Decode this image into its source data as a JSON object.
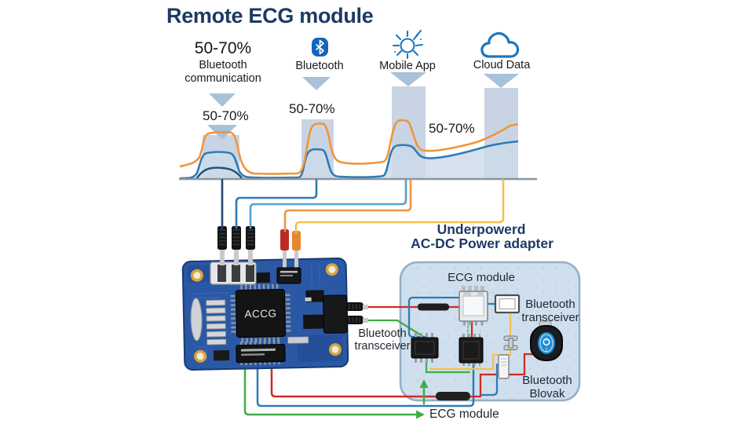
{
  "title": "Remote ECG module",
  "steps": [
    {
      "percent": "50-70%",
      "line1": "Bluetooth",
      "line2": "communication"
    },
    {
      "label": "Bluetooth",
      "icon": "bluetooth-icon"
    },
    {
      "label": "Mobile App",
      "icon": "sun-icon"
    },
    {
      "label": "Cloud Data",
      "icon": "cloud-icon"
    }
  ],
  "chart": {
    "type": "area",
    "annotations": [
      {
        "text": "50-70%"
      },
      {
        "text": "50-70%"
      },
      {
        "text": "50-70%"
      }
    ],
    "series": [
      "orange-signal",
      "blue-signal",
      "dark-blue-signal"
    ],
    "highlight_bands": 4
  },
  "adapter": {
    "line1": "Underpowerd",
    "line2": "AC-DC Power adapter"
  },
  "panel": {
    "title": "ECG module",
    "right_transceiver": {
      "line1": "Bluetooth",
      "line2": "transceiver"
    },
    "blovak": {
      "line1": "Bluetooth",
      "line2": "Blovak"
    },
    "bottom_label": "ECG module"
  },
  "left_transceiver": {
    "line1": "Bluetooth",
    "line2": "transceiver"
  },
  "pcb": {
    "chip_label": "ACCG"
  },
  "colors": {
    "navy": "#1c3a66",
    "orange": "#f0953a",
    "blue": "#2e7cb5",
    "dark_blue": "#20507c",
    "band": "#c2cfe0",
    "area": "#ccd9e8",
    "panel_fill": "#cfdfee",
    "panel_border": "#94aec6",
    "pcb_blue": "#2b58a5",
    "wire_yellow": "#f2c14e",
    "wire_red": "#cf2b24",
    "wire_green": "#3fae46",
    "bluetooth_blue": "#1464b8"
  }
}
